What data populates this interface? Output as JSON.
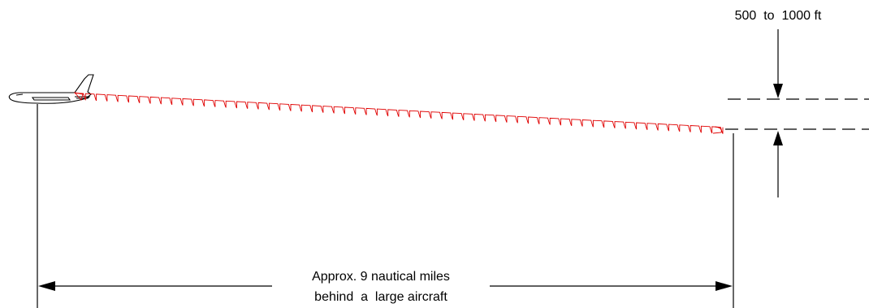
{
  "separation_label": "500  to  1000 ft",
  "distance_label_line1": "Approx. 9 nautical miles",
  "distance_label_line2": "behind  a  large aircraft",
  "colors": {
    "wake": "#e00000",
    "lines": "#000000",
    "background": "#ffffff"
  },
  "icons": {
    "aircraft": "airplane-outline-icon"
  }
}
